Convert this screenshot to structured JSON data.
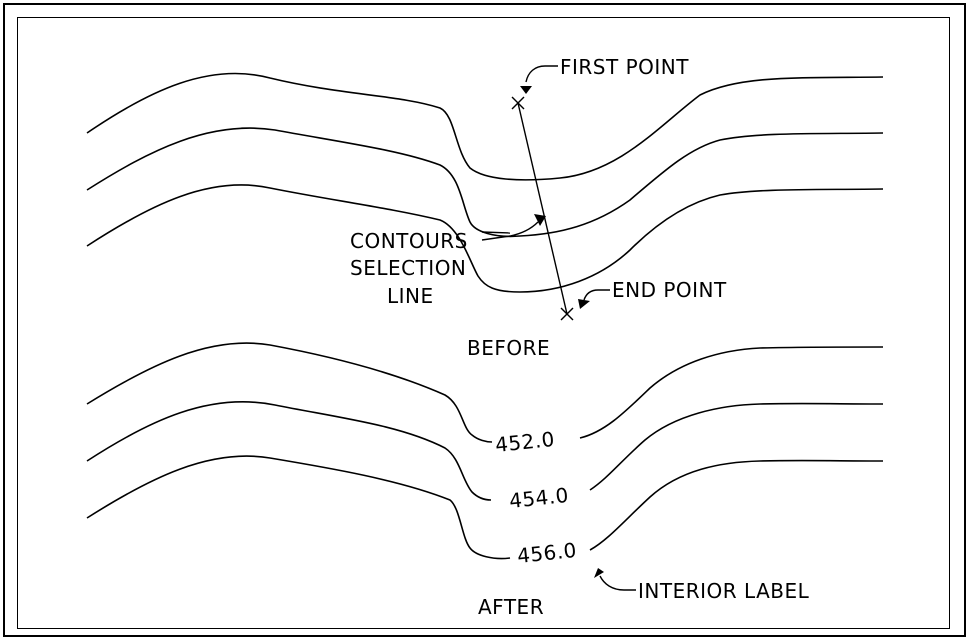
{
  "labels": {
    "first_point": "FIRST POINT",
    "end_point": "END POINT",
    "contours": "CONTOURS",
    "selection": "SELECTION",
    "line": "LINE",
    "before": "BEFORE",
    "after": "AFTER",
    "interior_label": "INTERIOR LABEL"
  },
  "contour_values": [
    "452.0",
    "454.0",
    "456.0"
  ],
  "colors": {
    "ink": "#000000",
    "background": "#ffffff"
  }
}
